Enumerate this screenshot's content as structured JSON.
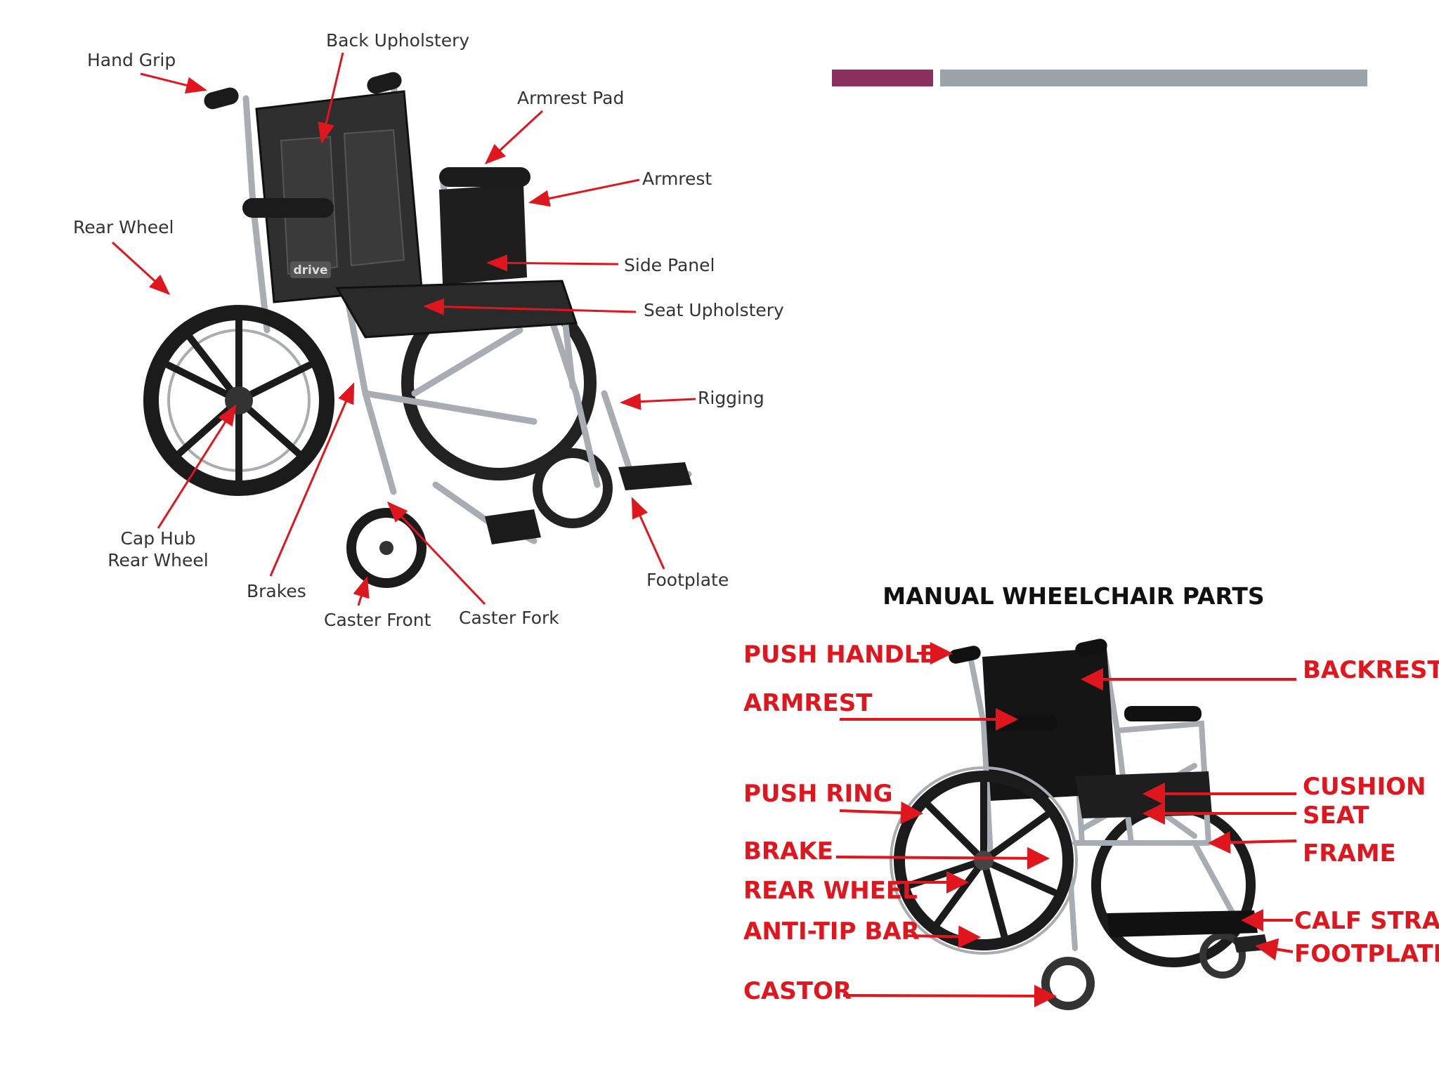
{
  "colors": {
    "accent_bar": "#8b2f5e",
    "grey_bar": "#9aa3a8",
    "arrow": "#e0161e",
    "chair_dark": "#222222",
    "chrome": "#a7adb3"
  },
  "diagram1": {
    "labels": {
      "hand_grip": "Hand Grip",
      "back_upholstery": "Back Upholstery",
      "armrest_pad": "Armrest Pad",
      "armrest": "Armrest",
      "rear_wheel": "Rear Wheel",
      "side_panel": "Side Panel",
      "seat_upholstery": "Seat Upholstery",
      "rigging": "Rigging",
      "cap_hub": "Cap Hub",
      "cap_hub_line2": "Rear Wheel",
      "brakes": "Brakes",
      "caster_front": "Caster Front",
      "caster_fork": "Caster Fork",
      "footplate": "Footplate",
      "brand": "drive"
    }
  },
  "diagram2": {
    "title": "MANUAL WHEELCHAIR PARTS",
    "labels": {
      "push_handle": "PUSH HANDLE",
      "armrest": "ARMREST",
      "push_ring": "PUSH RING",
      "brake": "BRAKE",
      "rear_wheel": "REAR WHEEL",
      "anti_tip_bar": "ANTI-TIP BAR",
      "castor": "CASTOR",
      "backrest": "BACKREST",
      "cushion": "CUSHION",
      "seat": "SEAT",
      "frame": "FRAME",
      "calf_strap": "CALF STRAP",
      "footplate": "FOOTPLATE"
    }
  }
}
